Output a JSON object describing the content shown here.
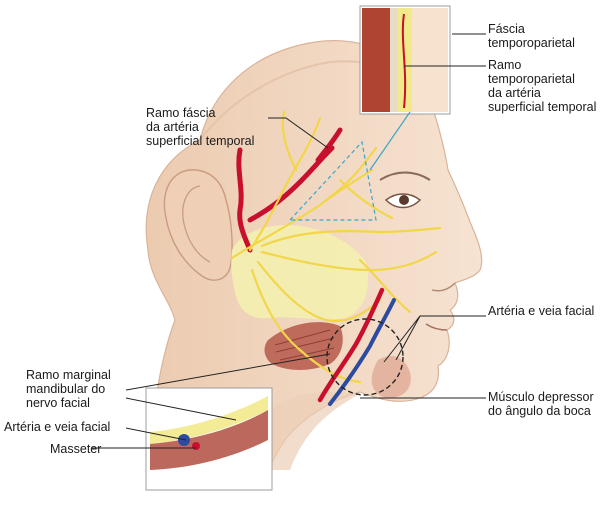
{
  "labels": {
    "fascia_temporoparietal": "Fáscia\ntemporoparietal",
    "ramo_temporoparietal": "Ramo\ntemporoparietal\nda artéria\nsuperficial temporal",
    "ramo_fascia": "Ramo fáscia\nda artéria\nsuperficial temporal",
    "arteria_veia_facial": "Artéria e veia facial",
    "musculo_depressor": "Músculo depressor\ndo ângulo da boca",
    "ramo_marginal": "Ramo marginal\nmandibular do\nnervo facial",
    "arteria_veia_facial_inset": "Artéria e veia facial",
    "masseter": "Masseter"
  },
  "colors": {
    "skin": "#f3ddc9",
    "skin_shade": "#e9c9ad",
    "nerve": "#f2d64a",
    "parotid": "#f4efb0",
    "artery": "#c8102e",
    "vein": "#2b4aa0",
    "muscle": "#b5584a",
    "leader": "#222222",
    "dashed": "#3aa5c8"
  }
}
